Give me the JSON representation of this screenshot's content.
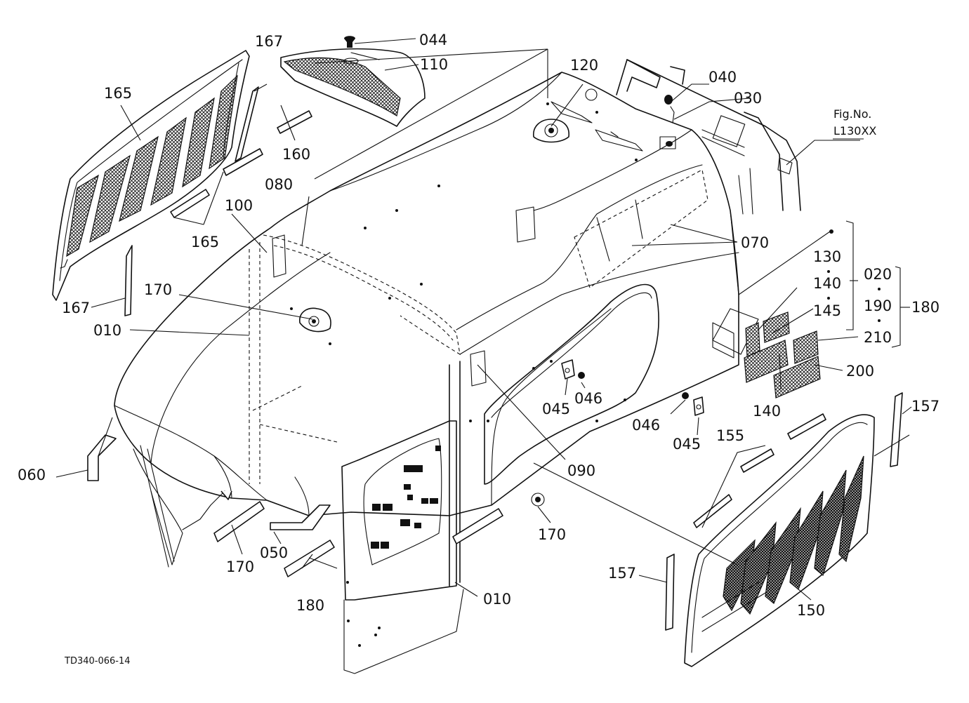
{
  "figure": {
    "drawing_code": "TD340-066-14",
    "fig_ref": {
      "caption": "Fig.No.",
      "number": "L130XX"
    }
  },
  "callouts": [
    {
      "key": "c010a",
      "text": "010"
    },
    {
      "key": "c010b",
      "text": "010"
    },
    {
      "key": "c020",
      "text": "020"
    },
    {
      "key": "c030",
      "text": "030"
    },
    {
      "key": "c040",
      "text": "040"
    },
    {
      "key": "c044",
      "text": "044"
    },
    {
      "key": "c045a",
      "text": "045"
    },
    {
      "key": "c045b",
      "text": "045"
    },
    {
      "key": "c046a",
      "text": "046"
    },
    {
      "key": "c046b",
      "text": "046"
    },
    {
      "key": "c050",
      "text": "050"
    },
    {
      "key": "c060",
      "text": "060"
    },
    {
      "key": "c070",
      "text": "070"
    },
    {
      "key": "c080",
      "text": "080"
    },
    {
      "key": "c090",
      "text": "090"
    },
    {
      "key": "c100",
      "text": "100"
    },
    {
      "key": "c110",
      "text": "110"
    },
    {
      "key": "c120",
      "text": "120"
    },
    {
      "key": "c130",
      "text": "130"
    },
    {
      "key": "c140a",
      "text": "140"
    },
    {
      "key": "c140b",
      "text": "140"
    },
    {
      "key": "c145",
      "text": "145"
    },
    {
      "key": "c150",
      "text": "150"
    },
    {
      "key": "c155",
      "text": "155"
    },
    {
      "key": "c157a",
      "text": "157"
    },
    {
      "key": "c157b",
      "text": "157"
    },
    {
      "key": "c160",
      "text": "160"
    },
    {
      "key": "c165a",
      "text": "165"
    },
    {
      "key": "c165b",
      "text": "165"
    },
    {
      "key": "c167a",
      "text": "167"
    },
    {
      "key": "c167b",
      "text": "167"
    },
    {
      "key": "c170a",
      "text": "170"
    },
    {
      "key": "c170b",
      "text": "170"
    },
    {
      "key": "c180a",
      "text": "180"
    },
    {
      "key": "c180b",
      "text": "180"
    },
    {
      "key": "c190",
      "text": "190"
    },
    {
      "key": "c200a",
      "text": "200"
    },
    {
      "key": "c200b",
      "text": "200"
    },
    {
      "key": "c210",
      "text": "210"
    }
  ]
}
